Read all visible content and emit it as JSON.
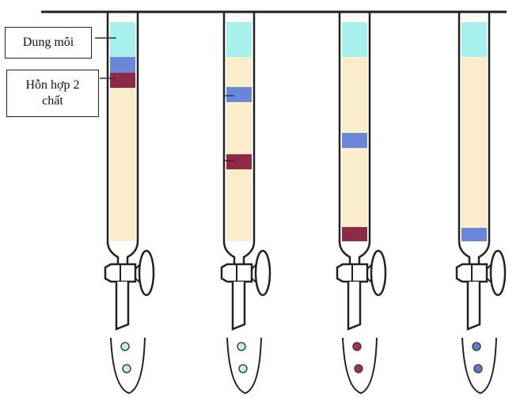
{
  "labels": {
    "solvent": "Dung môi",
    "mixture": "Hỗn hợp 2 chất"
  },
  "colors": {
    "solvent": "#a8f0ec",
    "stationary_phase": "#fbeccb",
    "substance_blue": "#6a86d6",
    "substance_maroon": "#8e2a45",
    "outline": "#222222"
  },
  "columns": [
    {
      "stage": 1,
      "drop_color": "#bff0ec"
    },
    {
      "stage": 2,
      "drop_color": "#bff0ec"
    },
    {
      "stage": 3,
      "drop_color": "#a8304e"
    },
    {
      "stage": 4,
      "drop_color": "#5d7ed4"
    }
  ]
}
